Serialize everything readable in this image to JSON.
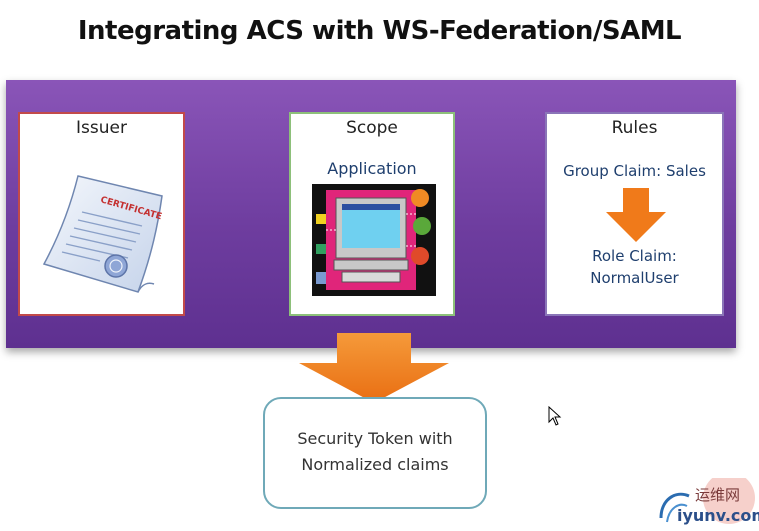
{
  "title": "Integrating ACS with WS-Federation/SAML",
  "issuer": {
    "title": "Issuer",
    "certificate_text": "CERTIFICATE"
  },
  "scope": {
    "title": "Scope",
    "subtitle": "Application"
  },
  "rules": {
    "title": "Rules",
    "input_claim": "Group Claim: Sales",
    "output_claim_line1": "Role Claim:",
    "output_claim_line2": "NormalUser"
  },
  "token": {
    "line1": "Security Token with",
    "line2": "Normalized claims"
  },
  "watermark": {
    "line1": "运维网",
    "line2": "iyunv.com"
  },
  "colors": {
    "band": "#6e3d9f",
    "arrow": "#f07a1a",
    "issuer_border": "#c24a4a",
    "scope_border": "#8dc07a",
    "rules_border": "#8a75b8",
    "token_border": "#6fa9b8",
    "rules_text": "#1f3f6e"
  },
  "icons": [
    "certificate-icon",
    "computer-application-icon",
    "down-arrow-icon",
    "mouse-cursor-icon"
  ]
}
